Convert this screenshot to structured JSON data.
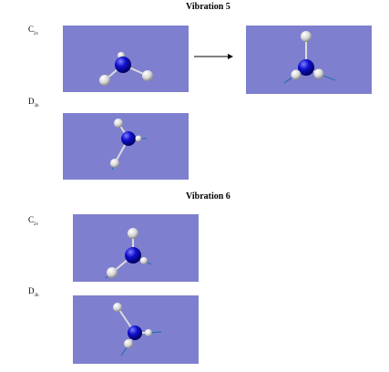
{
  "sections": [
    {
      "title": "Vibration 5",
      "c2v": {
        "main": "C",
        "sub": "2v"
      },
      "d3h": {
        "main": "D",
        "sub": "3h"
      }
    },
    {
      "title": "Vibration 6",
      "c2v": {
        "main": "C",
        "sub": "2v"
      },
      "d3h": {
        "main": "D",
        "sub": "3h"
      }
    }
  ],
  "colors": {
    "panel": "#7f7fcf",
    "nitrogen": "#1010d0",
    "hydrogen": "#e8e8e8",
    "bond": "#dcdcdc",
    "vector": "#2a6fb0"
  },
  "icons": [
    "arrow-right-icon",
    "molecule-icon"
  ]
}
